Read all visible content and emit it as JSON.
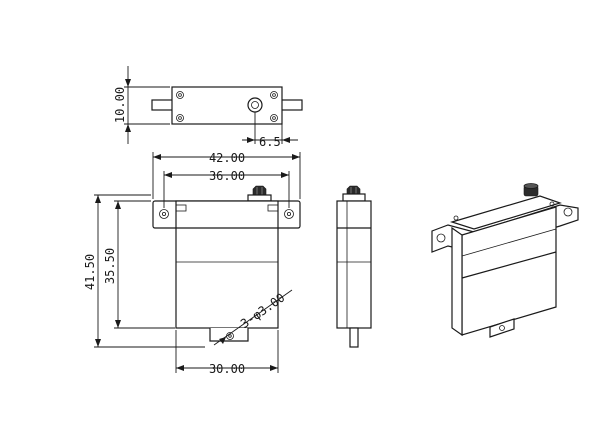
{
  "dimensions": {
    "height": "10.00",
    "spline_offset": "6.5",
    "overall_length": "42.00",
    "mount_spacing": "36.00",
    "body_width": "30.00",
    "overall_height": "41.50",
    "body_height": "35.50",
    "mount_holes": "3-φ3.00"
  },
  "colors": {
    "line": "#1a1a1a",
    "background": "#ffffff"
  }
}
